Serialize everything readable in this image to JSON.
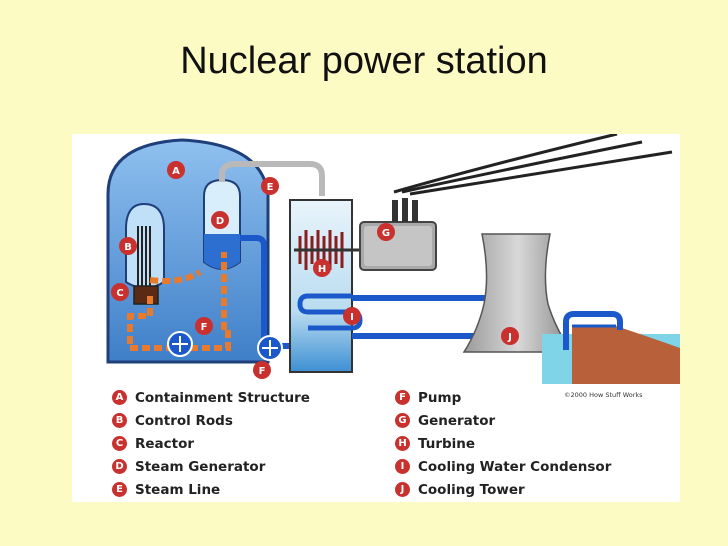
{
  "title": "Nuclear power station",
  "copyright": "©2000 How Stuff Works",
  "legend_left": [
    {
      "letter": "A",
      "label": "Containment Structure"
    },
    {
      "letter": "B",
      "label": "Control Rods"
    },
    {
      "letter": "C",
      "label": "Reactor"
    },
    {
      "letter": "D",
      "label": "Steam Generator"
    },
    {
      "letter": "E",
      "label": "Steam Line"
    }
  ],
  "legend_right": [
    {
      "letter": "F",
      "label": "Pump"
    },
    {
      "letter": "G",
      "label": "Generator"
    },
    {
      "letter": "H",
      "label": "Turbine"
    },
    {
      "letter": "I",
      "label": "Cooling Water Condensor"
    },
    {
      "letter": "J",
      "label": "Cooling Tower"
    }
  ],
  "tags": {
    "A": "A",
    "B": "B",
    "C": "C",
    "D": "D",
    "E": "E",
    "F1": "F",
    "F2": "F",
    "G": "G",
    "H": "H",
    "I": "I",
    "J": "J"
  },
  "colors": {
    "background": "#fdfbc4",
    "badge": "#c8312d",
    "containment": "#4f8fd0",
    "pipe_blue": "#1b58c9",
    "pipe_orange": "#e87a2e",
    "ground": "#b8603a",
    "water": "#7fd4e8"
  }
}
